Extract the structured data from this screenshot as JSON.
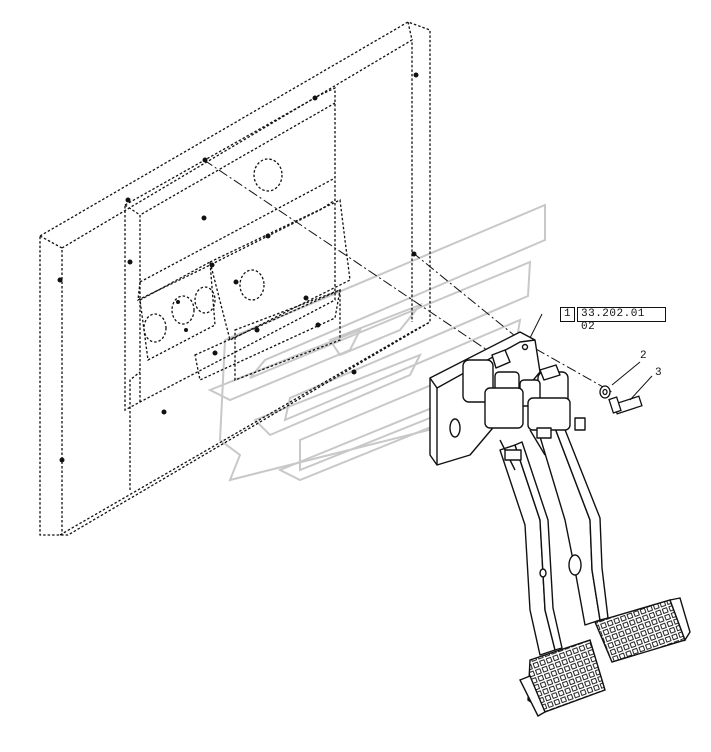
{
  "diagram": {
    "ref_index": "1",
    "ref_code": "33.202.01 02",
    "callouts": [
      {
        "id": "callout-2",
        "label": "2"
      },
      {
        "id": "callout-3",
        "label": "3"
      }
    ]
  }
}
